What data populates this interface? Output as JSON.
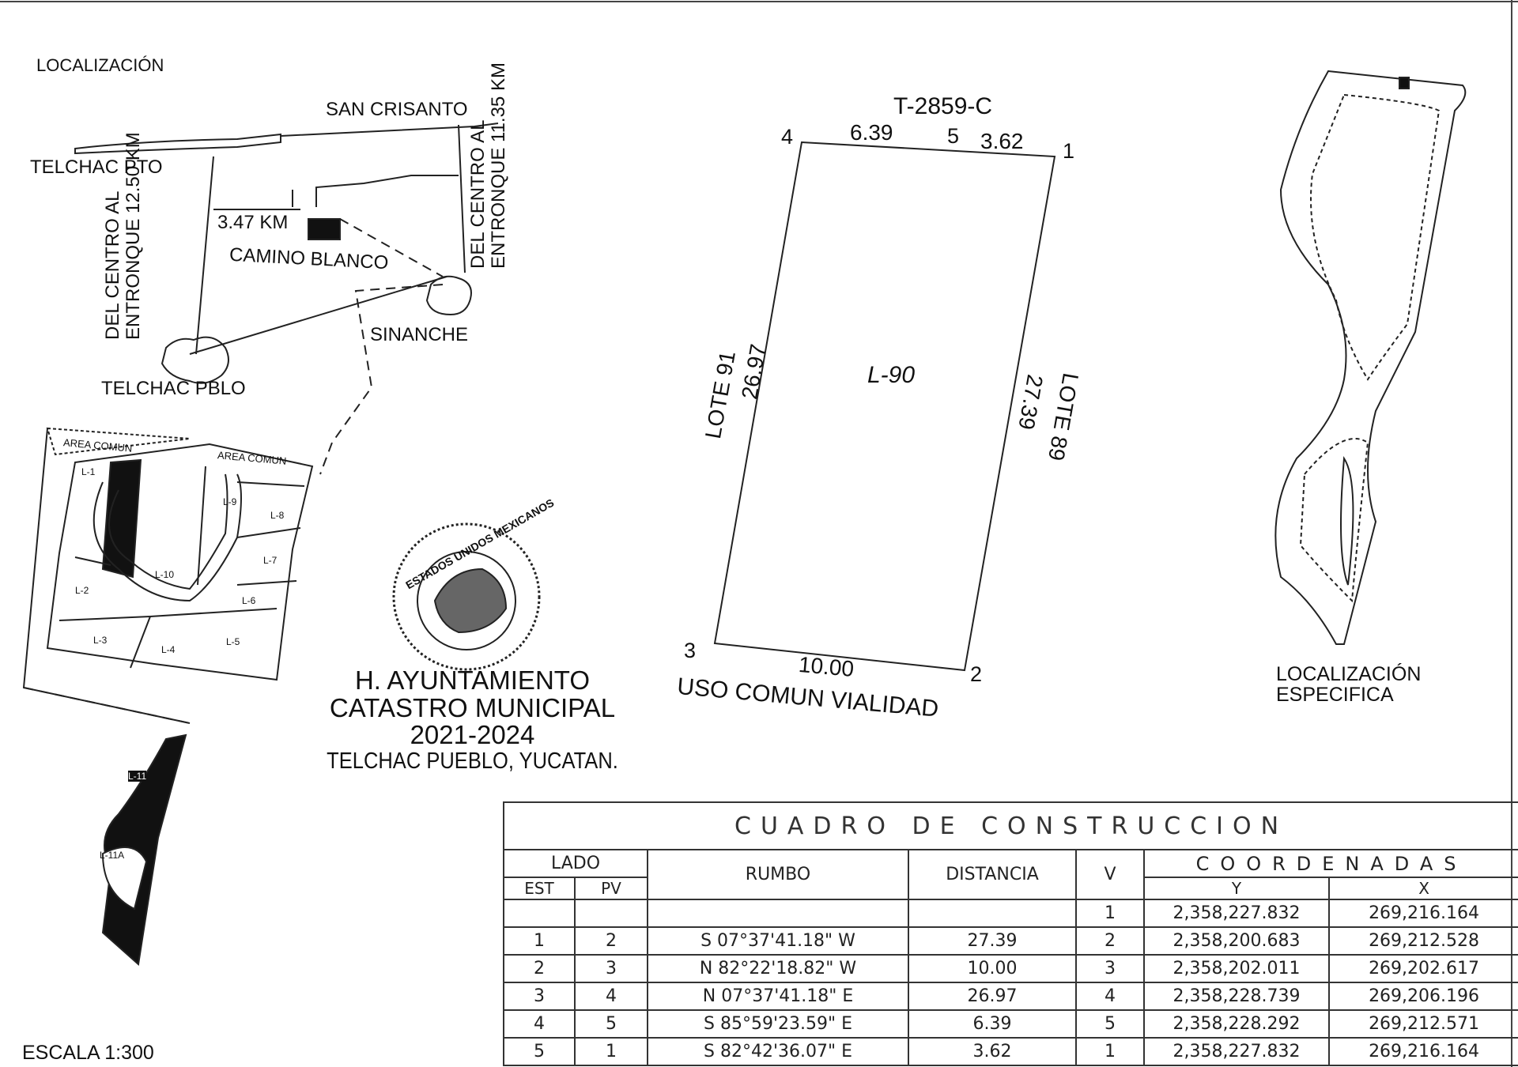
{
  "localizacion": {
    "title": "LOCALIZACIÓN",
    "san_crisanto": "SAN CRISANTO",
    "telchac_pto": "TELCHAC PTO",
    "left_road_line1": "DEL CENTRO AL",
    "left_road_line2": "ENTRONQUE 12.50 KM",
    "right_road_line1": "DEL CENTRO AL",
    "right_road_line2": "ENTRONQUE 11.35 KM",
    "km": "3.47 KM",
    "camino_blanco": "CAMINO BLANCO",
    "sinanche": "SINANCHE",
    "telchac_pblo": "TELCHAC PBLO"
  },
  "subdivision": {
    "area_comun_1": "AREA COMUN",
    "area_comun_2": "AREA COMUN",
    "lots": [
      "L-1",
      "L-2",
      "L-3",
      "L-4",
      "L-5",
      "L-6",
      "L-7",
      "L-8",
      "L-9",
      "L-10",
      "L-11",
      "L-11A"
    ]
  },
  "ayuntamiento": {
    "seal_text": "ESTADOS UNIDOS MEXICANOS",
    "line1": "H. AYUNTAMIENTO",
    "line2": "CATASTRO MUNICIPAL",
    "line3": "2021-2024",
    "line4": "TELCHAC PUEBLO, YUCATAN."
  },
  "lot_plan": {
    "id": "T-2859-C",
    "lot": "L-90",
    "v1": "1",
    "v2": "2",
    "v3": "3",
    "v4": "4",
    "v5": "5",
    "top_left_dist": "6.39",
    "top_right_dist": "3.62",
    "bottom_dist": "10.00",
    "left_dist": "26.97",
    "right_dist": "27.39",
    "left_neighbor": "LOTE 91",
    "right_neighbor": "LOTE 89",
    "bottom_label": "USO COMUN VIALIDAD"
  },
  "especifica": {
    "line1": "LOCALIZACIÓN",
    "line2": "ESPECIFICA"
  },
  "escala": "ESCALA 1:300",
  "cuadro": {
    "title": "CUADRO DE CONSTRUCCION",
    "lado": "LADO",
    "est": "EST",
    "pv": "PV",
    "rumbo": "RUMBO",
    "distancia": "DISTANCIA",
    "v": "V",
    "coordenadas": "COORDENADAS",
    "y": "Y",
    "x": "X",
    "first_row": {
      "v": "1",
      "y": "2,358,227.832",
      "x": "269,216.164"
    },
    "rows": [
      {
        "est": "1",
        "pv": "2",
        "rumbo": "S 07°37'41.18\" W",
        "dist": "27.39",
        "v": "2",
        "y": "2,358,200.683",
        "x": "269,212.528"
      },
      {
        "est": "2",
        "pv": "3",
        "rumbo": "N 82°22'18.82\" W",
        "dist": "10.00",
        "v": "3",
        "y": "2,358,202.011",
        "x": "269,202.617"
      },
      {
        "est": "3",
        "pv": "4",
        "rumbo": "N 07°37'41.18\" E",
        "dist": "26.97",
        "v": "4",
        "y": "2,358,228.739",
        "x": "269,206.196"
      },
      {
        "est": "4",
        "pv": "5",
        "rumbo": "S 85°59'23.59\" E",
        "dist": "6.39",
        "v": "5",
        "y": "2,358,228.292",
        "x": "269,212.571"
      },
      {
        "est": "5",
        "pv": "1",
        "rumbo": "S 82°42'36.07\" E",
        "dist": "3.62",
        "v": "1",
        "y": "2,358,227.832",
        "x": "269,216.164"
      }
    ]
  }
}
